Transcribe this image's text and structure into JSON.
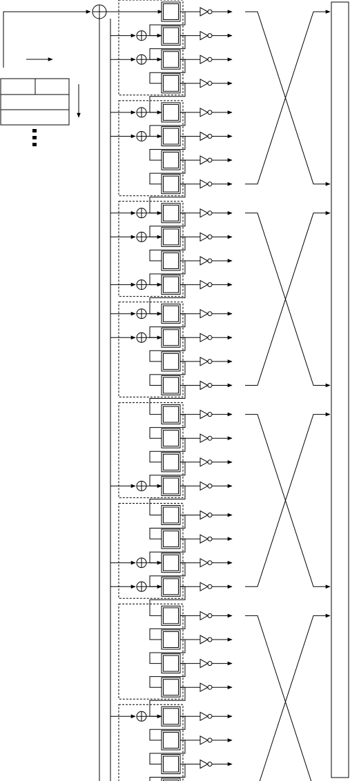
{
  "diagram": {
    "type": "block-diagram",
    "stage_count": 32,
    "feedback_taps": [
      1,
      2,
      4,
      5,
      8,
      9,
      11,
      12,
      13,
      19,
      22,
      23,
      28
    ],
    "group_count": 8,
    "swap_sets": [
      [
        0,
        7
      ],
      [
        8,
        15
      ],
      [
        16,
        23
      ],
      [
        24,
        31
      ]
    ],
    "colors": {
      "stroke": "#000000",
      "background": "#ffffff"
    },
    "icons": [
      "xor-adder-icon",
      "inverter-buffer-icon",
      "arrow-right-icon",
      "arrow-down-icon",
      "ellipsis-icon"
    ]
  }
}
